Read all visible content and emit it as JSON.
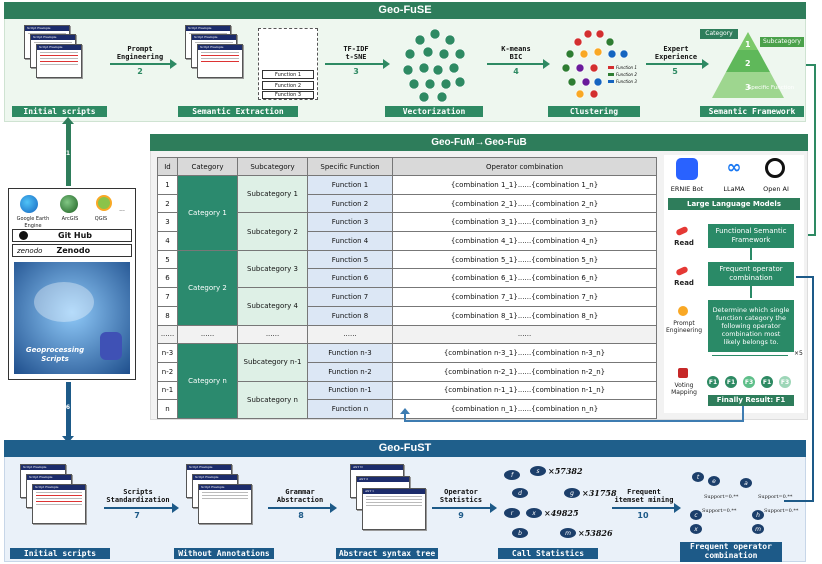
{
  "sections": {
    "fuse_title": "Geo-FuSE",
    "fumb_title": "Geo-FuM→Geo-FuB",
    "fust_title": "Geo-FuST"
  },
  "fuse": {
    "stages": [
      "Initial scripts",
      "Semantic Extraction",
      "Vectorization",
      "Clustering",
      "Semantic Framework"
    ],
    "arrows": [
      {
        "text": "Prompt\nEngineering",
        "num": "2"
      },
      {
        "text": "TF-IDF\nt-SNE",
        "num": "3"
      },
      {
        "text": "K-means\nBIC",
        "num": "4"
      },
      {
        "text": "Expert\nExperience",
        "num": "5"
      }
    ],
    "doc_header": "Script Example",
    "functions": [
      "Function 1",
      "Function 2",
      "Function 3"
    ],
    "pyramid": {
      "category": "Category",
      "subcategory": "Subcategory",
      "specific": "Specific Function",
      "levels": [
        "1",
        "2",
        "3"
      ]
    }
  },
  "sources": {
    "tools": [
      "Google Earth Engine",
      "ArcGIS",
      "QGIS",
      "..."
    ],
    "github": "Git Hub",
    "zenodo_logo": "zenodo",
    "zenodo": "Zenodo",
    "geoprocessing": "Geoprocessing\nScripts",
    "up_num": "1",
    "down_num": "6"
  },
  "table": {
    "headers": [
      "Id",
      "Category",
      "Subcategory",
      "Specific Function",
      "Operator combination"
    ],
    "ids": [
      "1",
      "2",
      "3",
      "4",
      "5",
      "6",
      "7",
      "8",
      "......",
      "n-3",
      "n-2",
      "n-1",
      "n"
    ],
    "categories": [
      "Category 1",
      "Category 2",
      "......",
      "Category n"
    ],
    "subcategories": [
      "Subcategory 1",
      "Subcategory 2",
      "Subcategory 3",
      "Subcategory 4",
      "......",
      "Subcategory n-1",
      "Subcategory n"
    ],
    "functions": [
      "Function 1",
      "Function 2",
      "Function 3",
      "Function 4",
      "Function 5",
      "Function 6",
      "Function 7",
      "Function 8",
      "......",
      "Function n-3",
      "Function n-2",
      "Function n-1",
      "Function n"
    ],
    "combinations": [
      "{combination 1_1}......{combination 1_n}",
      "{combination 2_1}......{combination 2_n}",
      "{combination 3_1}......{combination 3_n}",
      "{combination 4_1}......{combination 4_n}",
      "{combination 5_1}......{combination 5_n}",
      "{combination 6_1}......{combination 6_n}",
      "{combination 7_1}......{combination 7_n}",
      "{combination 8_1}......{combination 8_n}",
      "......",
      "{combination n-3_1}......{combination n-3_n}",
      "{combination n-2_1}......{combination n-2_n}",
      "{combination n-1_1}......{combination n-1_n}",
      "{combination n_1}......{combination n_n}"
    ]
  },
  "llm": {
    "models": [
      "ERNIE Bot",
      "LLaMA",
      "Open AI"
    ],
    "title": "Large Language Models",
    "read1": "Read",
    "read2": "Read",
    "box1": "Functional Semantic\nFramework",
    "box2": "Frequent operator\ncombination",
    "box3": "Determine which single\nfunction category the\nfollowing operator\ncombination most\nlikely belongs to.",
    "prompt_label": "Prompt\nEngineering",
    "times": "×5",
    "voting_label": "Voting\nMapping",
    "votes": [
      "F1",
      "F1",
      "F3",
      "F1",
      "F3"
    ],
    "result": "Finally Result:  F1"
  },
  "fust": {
    "stages": [
      "Initial scripts",
      "Without Annotations",
      "Abstract syntax tree",
      "Call Statistics",
      "Frequent operator\ncombination"
    ],
    "arrows": [
      {
        "text": "Scripts\nStandardization",
        "num": "7"
      },
      {
        "text": "Grammar\nAbstraction",
        "num": "8"
      },
      {
        "text": "Operator\nStatistics",
        "num": "9"
      },
      {
        "text": "Frequent\nitemset mining",
        "num": "10"
      }
    ],
    "ast_labels": [
      "AST N",
      "AST 2",
      "AST 1"
    ],
    "stats": [
      "×57382",
      "×31758",
      "×49825",
      "×53826"
    ],
    "support": [
      "Support=0.**",
      "Support=0.**",
      "Support=0.**",
      "Support=0.**"
    ]
  },
  "colors": {
    "green": "#2e7d5b",
    "blue": "#1f5f8b",
    "teal": "#2a8a67"
  }
}
